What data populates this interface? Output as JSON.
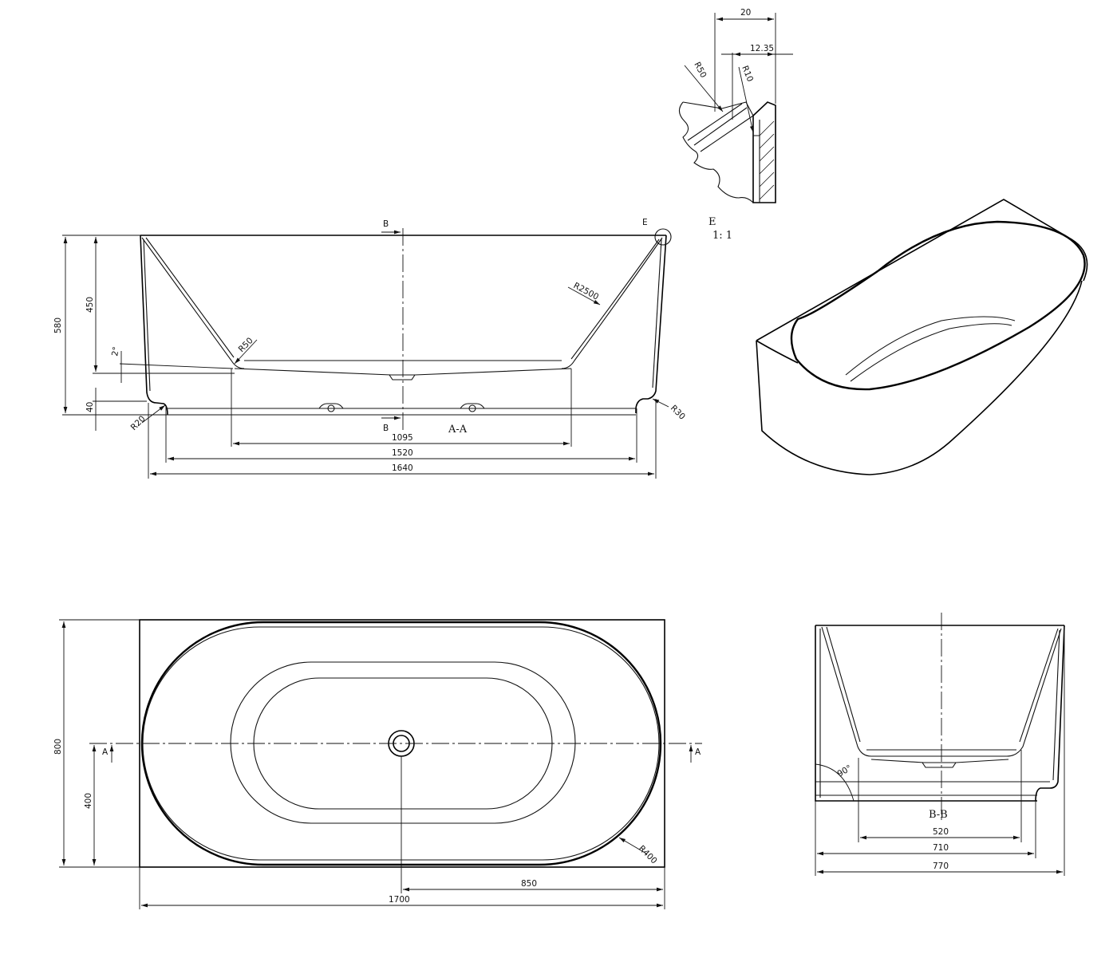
{
  "section_aa": {
    "label": "A-A",
    "cut_label": "B",
    "detail_marker": "E",
    "dim_580": "580",
    "dim_450": "450",
    "dim_40": "40",
    "angle": "2°",
    "r20": "R20",
    "r30": "R30",
    "r50": "R50",
    "r2500": "R2500",
    "dim_1095": "1095",
    "dim_1520": "1520",
    "dim_1640": "1640"
  },
  "detail_e": {
    "label": "E",
    "scale": "1: 1",
    "dim_20": "20",
    "dim_1235": "12.35",
    "r50": "R50",
    "r10": "R10"
  },
  "plan": {
    "section_marker": "A",
    "dim_800": "800",
    "dim_400": "400",
    "dim_850": "850",
    "dim_1700": "1700",
    "r400": "R400"
  },
  "section_bb": {
    "label": "B-B",
    "angle": "90°",
    "dim_520": "520",
    "dim_710": "710",
    "dim_770": "770"
  }
}
